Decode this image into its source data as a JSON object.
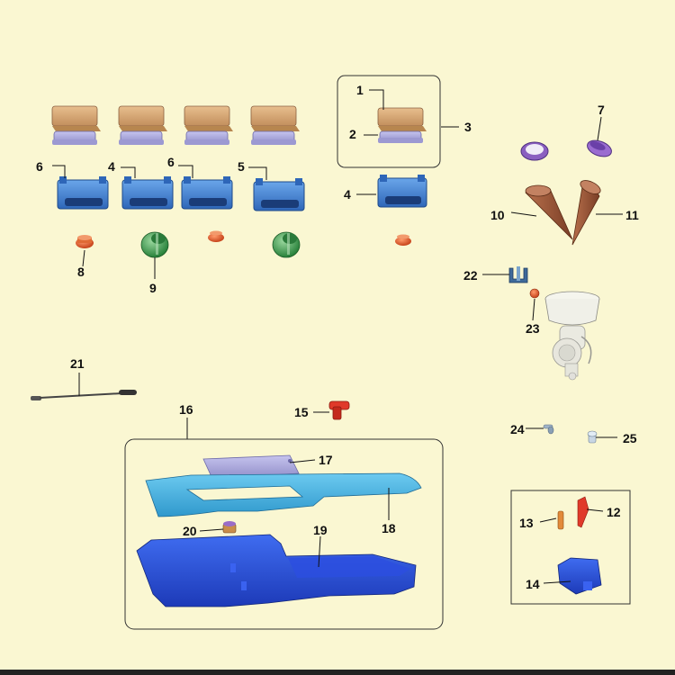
{
  "labels": {
    "p1": "1",
    "p2": "2",
    "p3": "3",
    "p4a": "4",
    "p4b": "4",
    "p5": "5",
    "p6a": "6",
    "p6b": "6",
    "p7": "7",
    "p8": "8",
    "p9": "9",
    "p10": "10",
    "p11": "11",
    "p12": "12",
    "p13": "13",
    "p14": "14",
    "p15": "15",
    "p16": "16",
    "p17": "17",
    "p18": "18",
    "p19": "19",
    "p20": "20",
    "p21": "21",
    "p22": "22",
    "p23": "23",
    "p24": "24",
    "p25": "25"
  },
  "colors": {
    "background": "#faf7d2",
    "tan_pad": "#d9a877",
    "lavender_pad": "#a9a6dc",
    "blue_housing": "#3f7fd0",
    "orange_bushing": "#e0602a",
    "green_cup": "#3c9a4a",
    "purple_ring": "#8a5fc0",
    "brown_cone": "#9a5638",
    "cyan_plate": "#48b4e0",
    "royal_blue_base": "#2a50d8",
    "red_part": "#e03a2a"
  }
}
